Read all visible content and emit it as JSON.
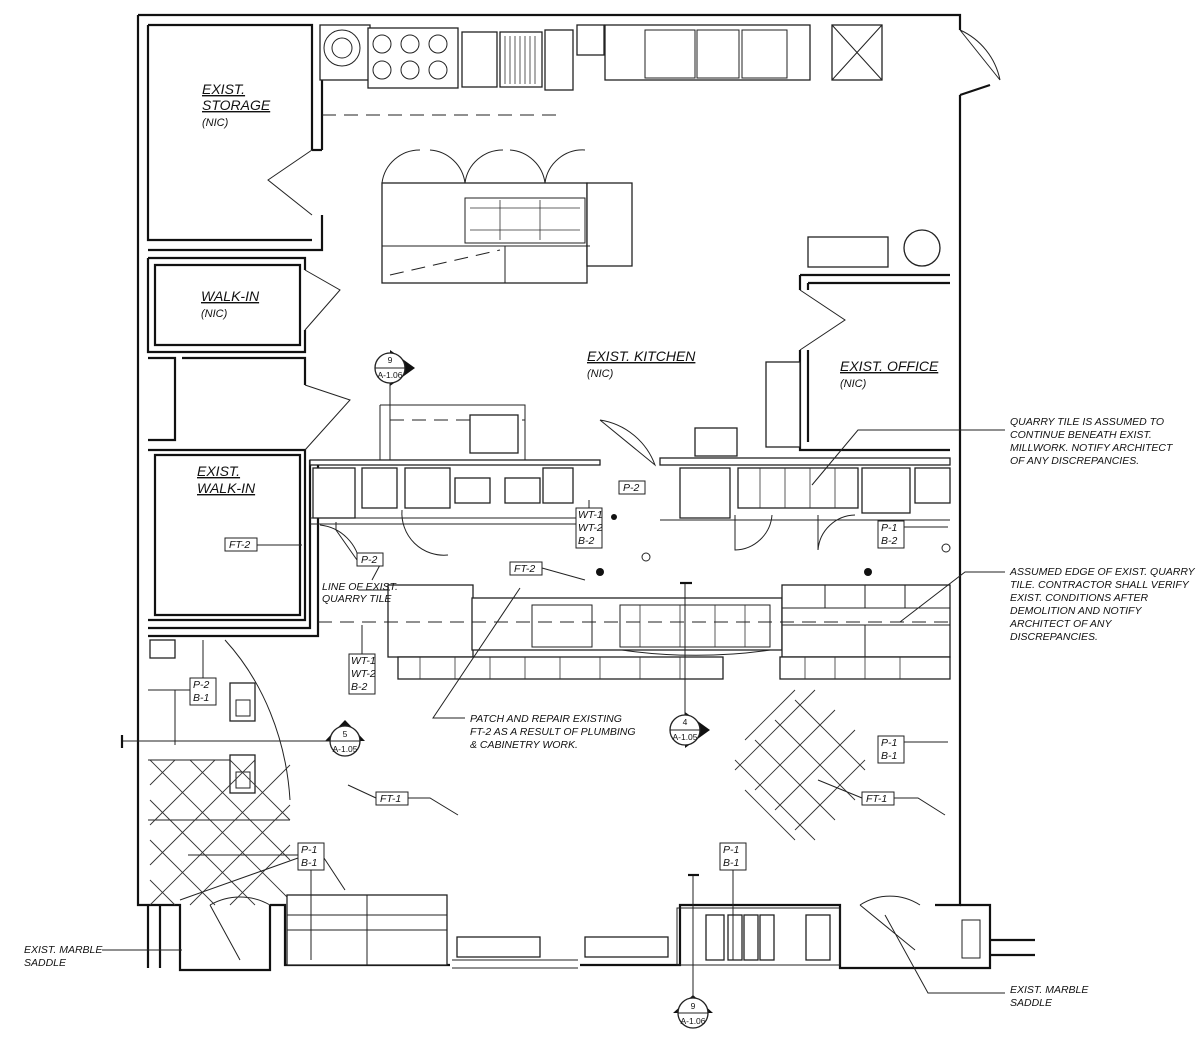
{
  "rooms": {
    "storage": {
      "line1": "EXIST.",
      "line2": "STORAGE",
      "sub": "(NIC)"
    },
    "walkin1": {
      "line1": "WALK-IN",
      "sub": "(NIC)"
    },
    "walkin2": {
      "line1": "EXIST.",
      "line2": "WALK-IN"
    },
    "kitchen": {
      "line1": "EXIST. KITCHEN",
      "sub": "(NIC)"
    },
    "office": {
      "line1": "EXIST. OFFICE",
      "sub": "(NIC)"
    }
  },
  "notes": {
    "quarry": [
      "QUARRY TILE IS ASSUMED TO",
      "CONTINUE BENEATH EXIST.",
      "MILLWORK. NOTIFY ARCHITECT",
      "OF ANY DISCREPANCIES."
    ],
    "edge": [
      "ASSUMED EDGE OF EXIST. QUARRY",
      "TILE.  CONTRACTOR SHALL VERIFY",
      "EXIST. CONDITIONS AFTER",
      "DEMOLITION AND NOTIFY",
      "ARCHITECT OF ANY",
      "DISCREPANCIES."
    ],
    "patch": [
      "PATCH AND REPAIR EXISTING",
      "FT-2 AS A RESULT OF PLUMBING",
      "& CABINETRY WORK."
    ],
    "line_quarry": [
      "LINE OF EXIST.",
      "QUARRY TILE"
    ],
    "marble_left": [
      "EXIST. MARBLE",
      "SADDLE"
    ],
    "marble_right": [
      "EXIST. MARBLE",
      "SADDLE"
    ]
  },
  "tags": {
    "ft2_left": "FT-2",
    "ft2_center": "FT-2",
    "ft1_left": "FT-1",
    "ft1_right": "FT-1",
    "p2_door": "P-2",
    "p2_near": "P-2",
    "stack_a": [
      "WT-1",
      "WT-2",
      "B-2"
    ],
    "stack_b": [
      "WT-1",
      "WT-2",
      "B-2"
    ],
    "stack_c": [
      "P-1",
      "B-2"
    ],
    "stack_d": [
      "P-2",
      "B-1"
    ],
    "stack_e": [
      "P-1",
      "B-1"
    ],
    "stack_f": [
      "P-1",
      "B-1"
    ],
    "stack_g": [
      "P-1",
      "B-1"
    ]
  },
  "sections": {
    "s9_top": {
      "num": "9",
      "sheet": "A-1.06"
    },
    "s5": {
      "num": "5",
      "sheet": "A-1.05"
    },
    "s4": {
      "num": "4",
      "sheet": "A-1.05"
    },
    "s9_bottom": {
      "num": "9",
      "sheet": "A-1.06"
    }
  },
  "colors": {
    "ink": "#111111",
    "paper": "#ffffff"
  }
}
